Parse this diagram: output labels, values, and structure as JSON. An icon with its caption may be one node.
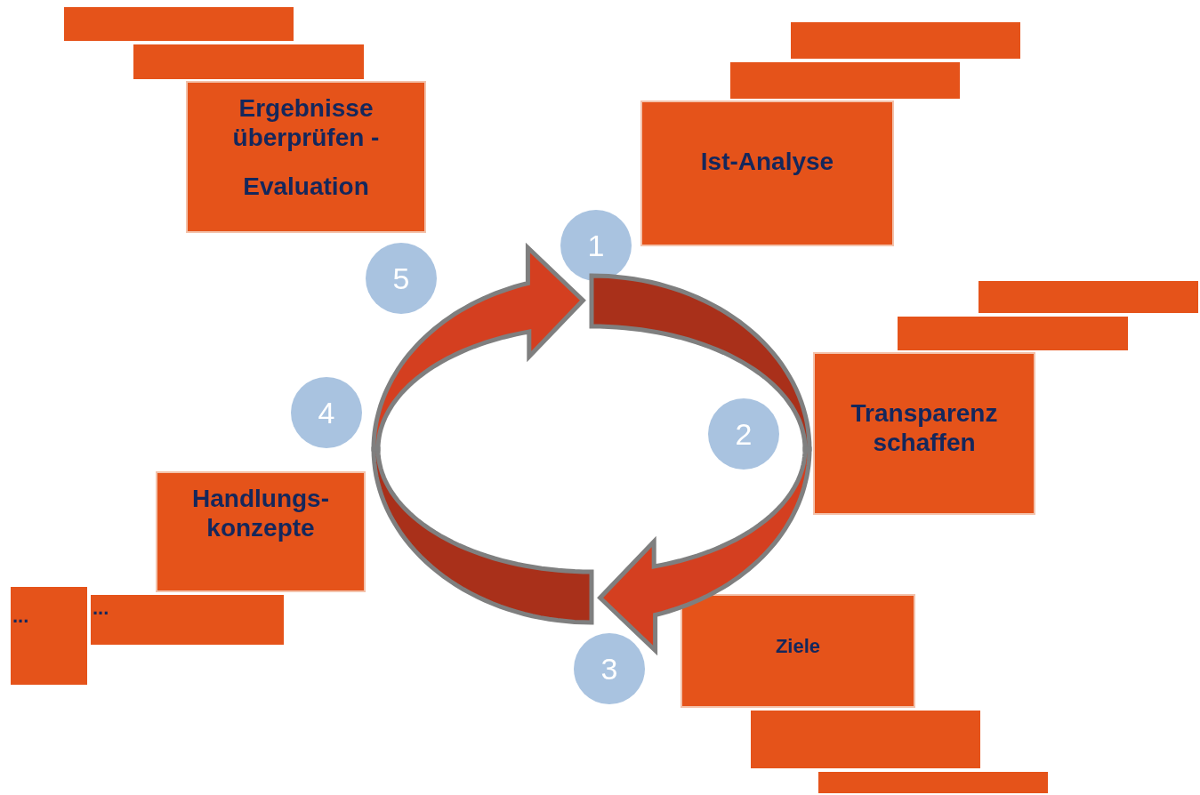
{
  "diagram": {
    "nodes": [
      {
        "text": [],
        "shape": "box"
      },
      {
        "text": [],
        "shape": "box"
      },
      {
        "text": [
          "Ergebnisse überprüfen -",
          "Evaluation"
        ]
      },
      {
        "text": [],
        "shape": "box"
      },
      {
        "text": [],
        "shape": "box"
      },
      {
        "text": [
          "Ist-Analyse"
        ]
      },
      {
        "text": [
          "1"
        ]
      },
      {
        "text": [
          "5"
        ]
      },
      {
        "text": [],
        "shape": "box"
      },
      {
        "text": [],
        "shape": "box"
      },
      {
        "text": [
          "Transparenz schaffen"
        ]
      },
      {
        "text": [
          "4"
        ]
      },
      {
        "text": [
          "2"
        ]
      },
      {
        "text": [
          "Handlungs- konzepte"
        ]
      },
      {
        "text": [
          "..."
        ]
      },
      {
        "text": [
          "..."
        ]
      },
      {
        "text": [
          "Ziele"
        ]
      },
      {
        "text": [],
        "shape": "box"
      },
      {
        "text": [],
        "shape": "box"
      },
      {
        "text": [
          "3"
        ]
      }
    ]
  }
}
